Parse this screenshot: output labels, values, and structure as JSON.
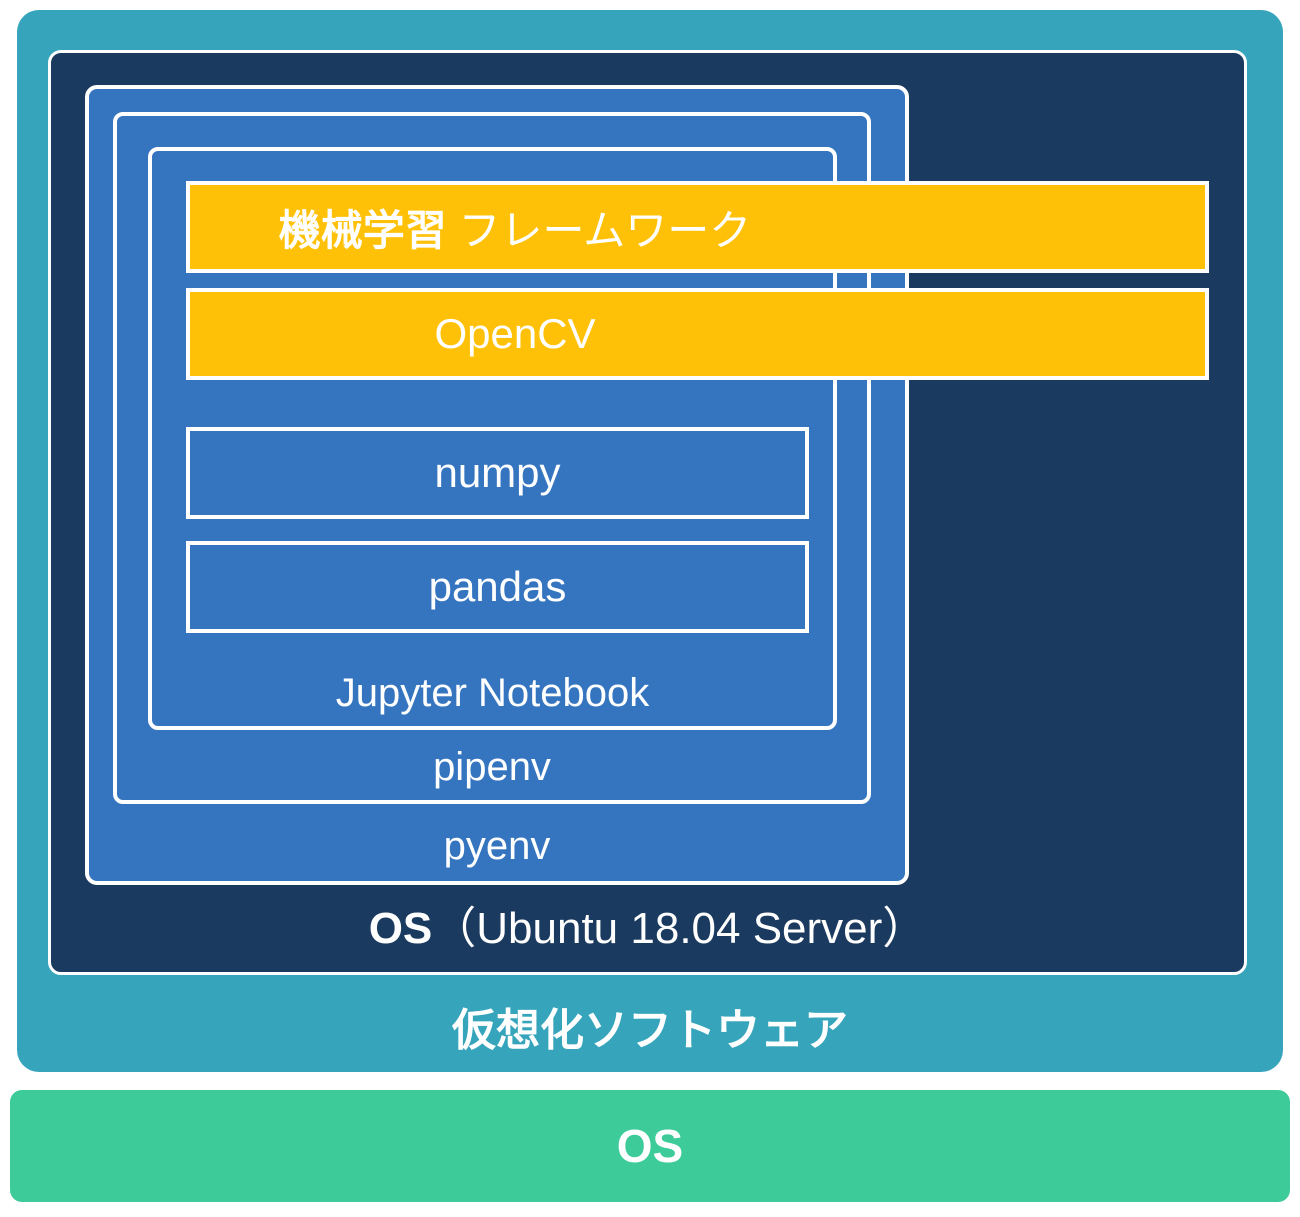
{
  "diagram": {
    "title": "Machine learning environment stack",
    "colors": {
      "teal": "#36A5BC",
      "navy": "#1B3A5F",
      "blue": "#3575C0",
      "orange": "#FFC107",
      "green": "#3CCB99",
      "border": "#FFFFFF"
    },
    "layers": {
      "host_os": {
        "label": "OS"
      },
      "virtualization": {
        "label": "仮想化ソフトウェア"
      },
      "guest_os": {
        "label_strong": "OS",
        "label_rest": "（Ubuntu 18.04 Server）",
        "label_full": "OS（Ubuntu 18.04 Server）"
      },
      "pyenv": {
        "label": "pyenv"
      },
      "pipenv": {
        "label": "pipenv"
      },
      "jupyter": {
        "label": "Jupyter Notebook"
      },
      "ml_framework": {
        "label_kanji": "機械学習",
        "label_kana": " フレームワーク",
        "label_full": "機械学習 フレームワーク"
      },
      "opencv": {
        "label": "OpenCV"
      },
      "numpy": {
        "label": "numpy"
      },
      "pandas": {
        "label": "pandas"
      }
    }
  }
}
